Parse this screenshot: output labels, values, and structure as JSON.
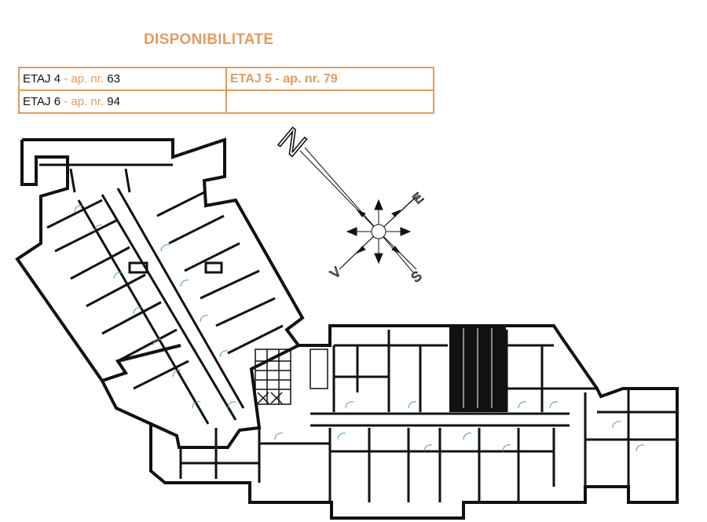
{
  "header": {
    "title": "DISPONIBILITATE"
  },
  "availability": {
    "row1": {
      "col1": {
        "floor": "ETAJ  4",
        "sep": " - ap. nr. ",
        "num": "63"
      },
      "col2": {
        "text": "ETAJ 5 - ap. nr. 79"
      }
    },
    "row2": {
      "col1": {
        "floor": "ETAJ  6",
        "sep": " - ap. nr. ",
        "num": "94"
      },
      "col2": {
        "text": ""
      }
    }
  },
  "compass": {
    "north": "N",
    "east": "E",
    "south": "S",
    "west": "V"
  },
  "colors": {
    "accent": "#e39b5f",
    "wall": "#111111",
    "door": "#4caf50"
  }
}
